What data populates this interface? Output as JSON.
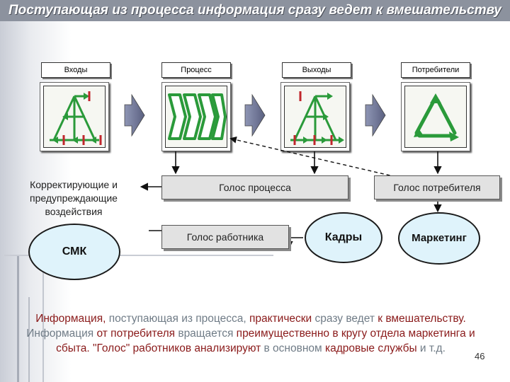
{
  "title": "Поступающая из процесса информация сразу ведет к вмешательству",
  "columns": [
    {
      "label": "Входы",
      "icon": "tree-flow-icon"
    },
    {
      "label": "Процесс",
      "icon": "chevron-process-icon"
    },
    {
      "label": "Выходы",
      "icon": "tree-flow-icon"
    },
    {
      "label": "Потребители",
      "icon": "triangle-cycle-icon"
    }
  ],
  "boxes": {
    "corrective": "Корректирующие и предупреждающие воздействия",
    "voice_process": "Голос процесса",
    "voice_customer": "Голос потребителя",
    "voice_worker": "Голос работника"
  },
  "ellipses": {
    "smk": "СМК",
    "kadry": "Кадры",
    "marketing": "Маркетинг"
  },
  "note": {
    "segments": [
      {
        "text": "Информация, ",
        "tone": "red"
      },
      {
        "text": "поступающая из процесса, ",
        "tone": "gray"
      },
      {
        "text": "практически ",
        "tone": "red"
      },
      {
        "text": "сразу ведет ",
        "tone": "gray"
      },
      {
        "text": "к вмешательству. ",
        "tone": "red"
      },
      {
        "text": "Информация ",
        "tone": "gray"
      },
      {
        "text": "от потребителя ",
        "tone": "red"
      },
      {
        "text": "вращается ",
        "tone": "gray"
      },
      {
        "text": "преимущественно в кругу отдела маркетинга и сбыта. \"Голос\" работников анализируют ",
        "tone": "red"
      },
      {
        "text": "в основном ",
        "tone": "gray"
      },
      {
        "text": "кадровые службы ",
        "tone": "red"
      },
      {
        "text": "и т.д.",
        "tone": "gray"
      }
    ]
  },
  "page_number": "46",
  "colors": {
    "title_bar": "#8c929e",
    "arrow_red": "#c0262c",
    "arrow_green": "#2a9a3a",
    "ellipse_fill": "#dff3fb",
    "box_fill": "#e2e2e2",
    "text_red": "#8a1a1a",
    "text_gray": "#6f7b86"
  }
}
